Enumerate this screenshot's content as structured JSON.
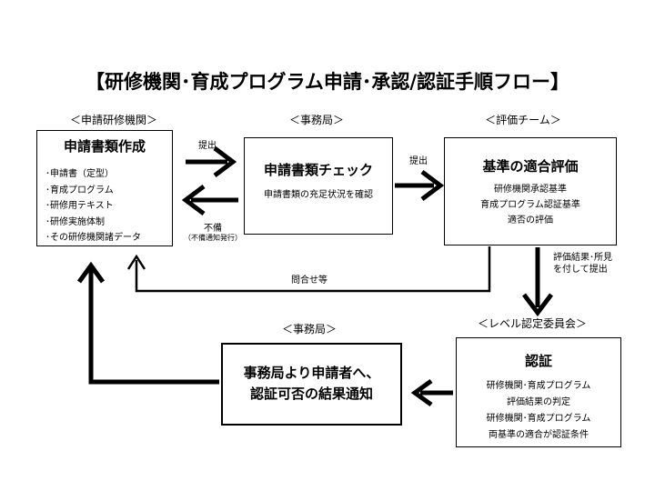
{
  "title": "【研修機関･育成プログラム申請･承認/認証手順フロー】",
  "headers": {
    "applicant": "＜申請研修機関＞",
    "secretariat_top": "＜事務局＞",
    "evaluation_team": "＜評価チーム＞",
    "committee": "＜レベル認定委員会＞",
    "secretariat_bottom": "＜事務局＞"
  },
  "boxes": {
    "application": {
      "title": "申請書類作成",
      "items": [
        "･申請書（定型）",
        "･育成プログラム",
        "･研修用テキスト",
        "･研修実施体制",
        "･その研修機関諸データ"
      ]
    },
    "check": {
      "title": "申請書類チェック",
      "desc": "申請書類の充足状況を確認"
    },
    "evaluation": {
      "title": "基準の適合評価",
      "lines": [
        "研修機関承認基準",
        "育成プログラム認証基準",
        "適否の評価"
      ]
    },
    "certification": {
      "title": "認証",
      "lines": [
        "研修機関･育成プログラム",
        "評価結果の判定",
        "研修機関･育成プログラム",
        "両基準の適合が認証条件"
      ]
    },
    "notify": {
      "line1": "事務局より申請者へ、",
      "line2": "認証可否の結果通知"
    }
  },
  "arrow_labels": {
    "submit1": "提出",
    "submit2": "提出",
    "deficiency": "不備",
    "deficiency_note": "（不備通知発行）",
    "inquiry": "問合せ等",
    "result_submit_1": "評価結果･所見",
    "result_submit_2": "を付して提出"
  }
}
